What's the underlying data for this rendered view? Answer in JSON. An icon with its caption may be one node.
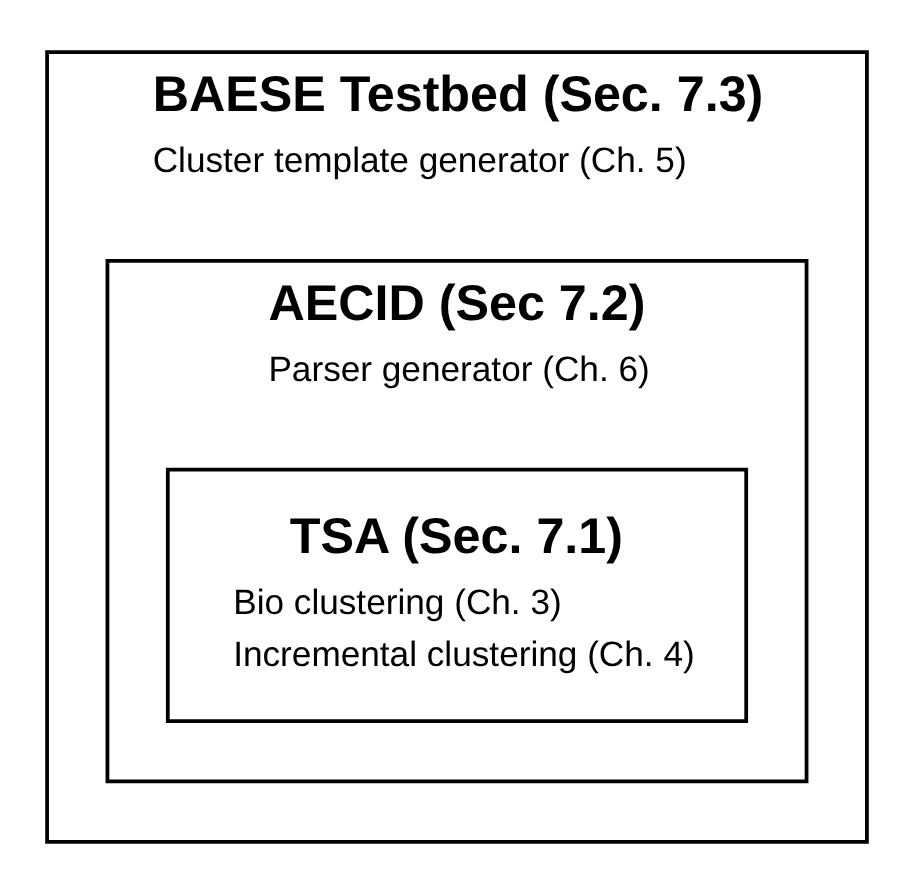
{
  "diagram": {
    "nodes": [
      {
        "text": [
          "BAESE Testbed (Sec. 7.3)",
          "Cluster template generator (Ch. 5)"
        ]
      },
      {
        "text": [
          "AECID (Sec 7.2)",
          "Parser generator (Ch. 6)"
        ],
        "in": 0
      },
      {
        "text": [
          "TSA (Sec. 7.1)",
          "Bio clustering (Ch. 3)",
          "Incremental clustering (Ch. 4)"
        ],
        "in": 1
      }
    ],
    "edges": []
  }
}
